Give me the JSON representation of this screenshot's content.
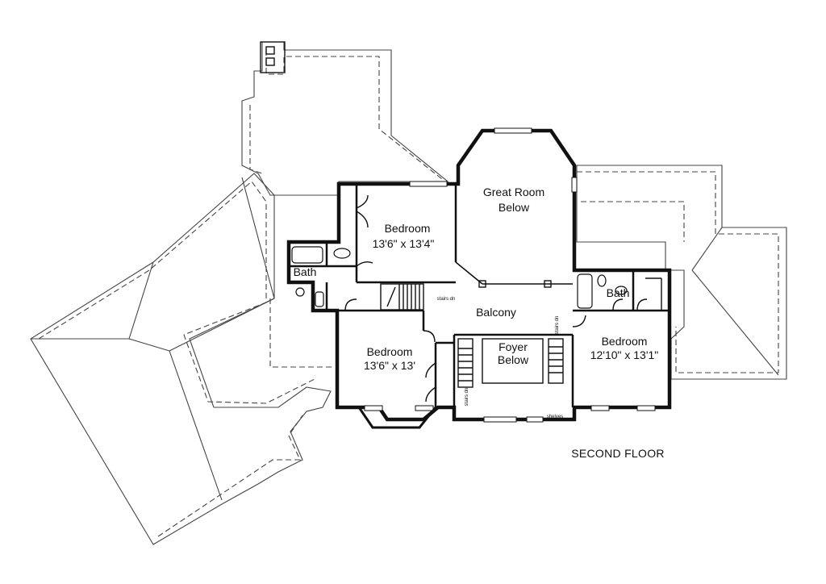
{
  "plan_title": "SECOND FLOOR",
  "rooms": {
    "bedroom_nw": {
      "name": "Bedroom",
      "size": "13'6\" x 13'4\""
    },
    "great_room": {
      "line1": "Great Room",
      "line2": "Below"
    },
    "bath_w": {
      "name": "Bath"
    },
    "bath_e": {
      "name": "Bath"
    },
    "balcony": {
      "name": "Balcony"
    },
    "bedroom_sw": {
      "name": "Bedroom",
      "size": "13'6\" x 13'"
    },
    "foyer": {
      "line1": "Foyer",
      "line2": "Below"
    },
    "bedroom_e": {
      "name": "Bedroom",
      "size": "12'10\" x 13'1\""
    }
  },
  "notes": {
    "stairs_dn_upper": "stairs dn",
    "stairs_dn_left": "stairs dn",
    "stairs_dn_right": "stairs dn",
    "shelves": "shelves"
  }
}
